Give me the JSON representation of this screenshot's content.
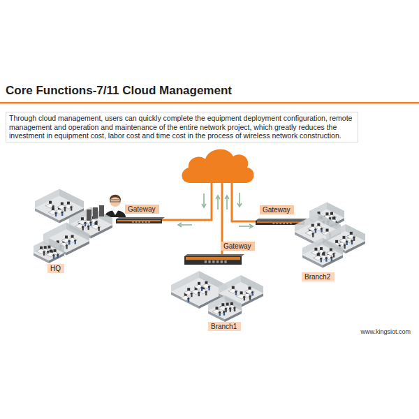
{
  "diagram": {
    "title": "Core Functions-7/11 Cloud Management",
    "nodes": [
      {
        "text": [
          "Through cloud management, users can quickly complete the equipment deployment configuration, remote management and operation and maintenance of the entire network project, which greatly reduces the investment in equipment cost, labor cost and time cost in the process of wireless network construction."
        ]
      },
      {
        "text": [
          "Gateway"
        ]
      },
      {
        "text": [
          "Gateway"
        ]
      },
      {
        "text": [
          "Gateway"
        ]
      },
      {
        "text": [
          "HQ"
        ]
      },
      {
        "text": [
          "Branch1"
        ]
      },
      {
        "text": [
          "Branch2"
        ]
      }
    ],
    "labels": [
      "www.kingsiot.com"
    ]
  }
}
